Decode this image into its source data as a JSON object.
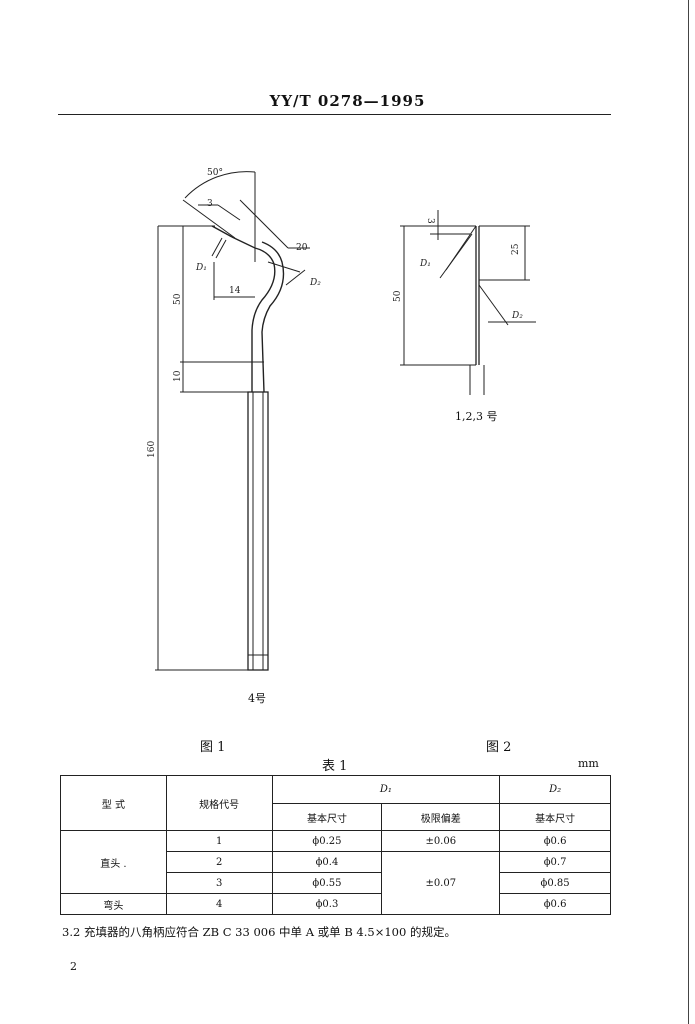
{
  "header": {
    "standard_code": "YY/T 0278—1995"
  },
  "figure1": {
    "caption": "图 1",
    "sub_caption": "4号",
    "dims": {
      "angle": "50°",
      "d3": "3",
      "d20": "20",
      "d14": "14",
      "d50": "50",
      "d10": "10",
      "d160": "160",
      "D1": "D₁",
      "D2": "D₂"
    }
  },
  "figure2": {
    "caption": "图 2",
    "sub_caption": "1,2,3 号",
    "dims": {
      "d3": "3",
      "d25": "25",
      "d50": "50",
      "D1": "D₁",
      "D2": "D₂"
    }
  },
  "table": {
    "title": "表 1",
    "unit": "mm",
    "headers": {
      "type": "型 式",
      "spec_code": "规格代号",
      "d1": "D₁",
      "d2": "D₂",
      "basic_size": "基本尺寸",
      "tolerance": "极限偏差",
      "basic_size_2": "基本尺寸"
    },
    "groups": {
      "straight": "直头 .",
      "bent": "弯头"
    },
    "rows": [
      {
        "code": "1",
        "d1": "ϕ0.25",
        "tol": "±0.06",
        "d2": "ϕ0.6"
      },
      {
        "code": "2",
        "d1": "ϕ0.4",
        "tol": "±0.07",
        "d2": "ϕ0.7"
      },
      {
        "code": "3",
        "d1": "ϕ0.55",
        "tol": "",
        "d2": "ϕ0.85"
      },
      {
        "code": "4",
        "d1": "ϕ0.3",
        "tol": "",
        "d2": "ϕ0.6"
      }
    ]
  },
  "clause": "3.2  充填器的八角柄应符合 ZB C 33 006 中单 A 或单 B 4.5×100 的规定。",
  "page_number": "2"
}
